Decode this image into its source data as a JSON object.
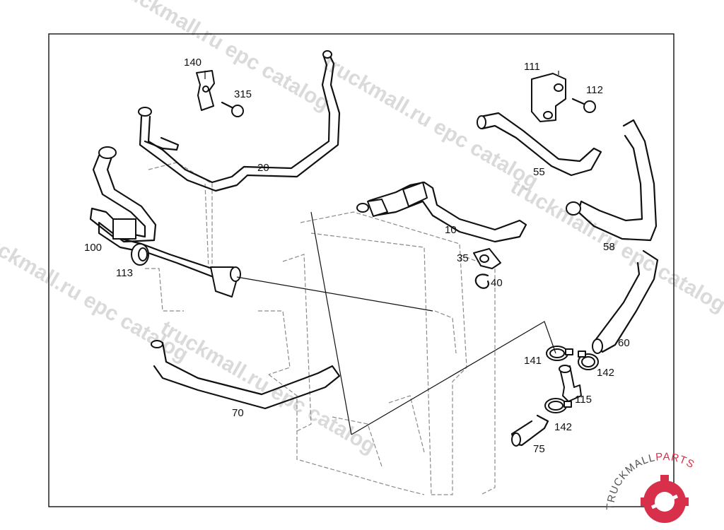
{
  "diagram": {
    "part_numbers": {
      "p10": "10",
      "p20": "20",
      "p35": "35",
      "p40": "40",
      "p55": "55",
      "p58": "58",
      "p60": "60",
      "p70": "70",
      "p75": "75",
      "p100": "100",
      "p111": "111",
      "p112": "112",
      "p113": "113",
      "p115": "115",
      "p140": "140",
      "p141": "141",
      "p142a": "142",
      "p142b": "142",
      "p315": "315"
    }
  },
  "watermarks": {
    "w1": "truckmall.ru epc catalog",
    "w2": "truckmall.ru epc catalog",
    "w3": "truckmall.ru epc catalog",
    "w4": "truckmall.ru epc catalog",
    "w5": "truckmall.ru epc catalog"
  },
  "logo": {
    "brand_dark": "TRUCKMALL",
    "brand_accent": "PARTS",
    "accent_color": "#d8304a",
    "dark_color": "#555555"
  }
}
